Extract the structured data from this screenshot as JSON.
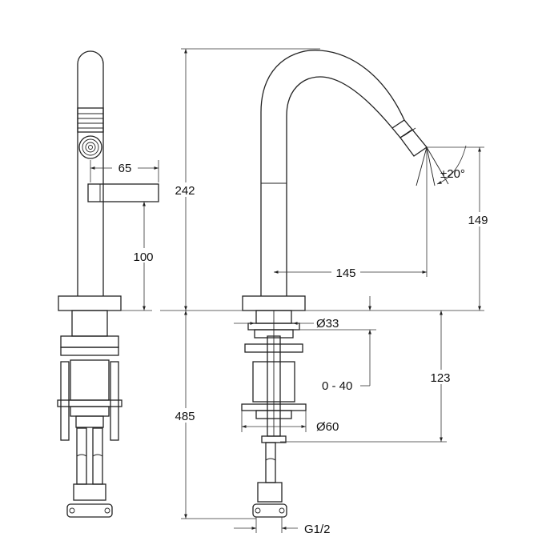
{
  "drawing": {
    "colors": {
      "line": "#222222",
      "background": "#ffffff"
    },
    "dimensions": {
      "spout_width": "65",
      "lever_height": "100",
      "total_height": "242",
      "reach": "145",
      "aerator_height": "149",
      "swivel_angle": "±20°",
      "body_diameter": "Ø33",
      "deck_range": "0 - 40",
      "shank_length": "123",
      "flange_diameter": "Ø60",
      "below_deck": "485",
      "thread": "G1/2"
    }
  }
}
